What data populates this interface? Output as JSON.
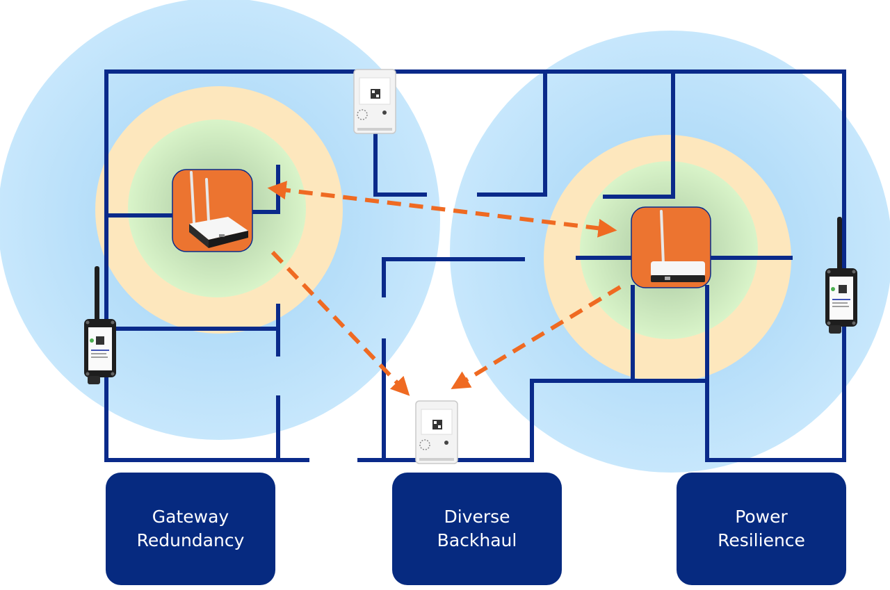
{
  "colors": {
    "wall": "#0a2a8a",
    "box": "#062a80",
    "arrow": "#ef6a22",
    "gateway_tile": "#ec7430",
    "coverage_outer": "#b8e0fb",
    "coverage_mid": "#fde7bd",
    "coverage_inner": "#d8f3c8"
  },
  "icons": {
    "gateway": "wifi-router-icon",
    "sensor_wall": "gas-detector-icon",
    "sensor_outdoor": "antenna-sensor-node-icon"
  },
  "labels": [
    {
      "line1": "Gateway",
      "line2": "Redundancy"
    },
    {
      "line1": "Diverse",
      "line2": "Backhaul"
    },
    {
      "line1": "Power",
      "line2": "Resilience"
    }
  ]
}
